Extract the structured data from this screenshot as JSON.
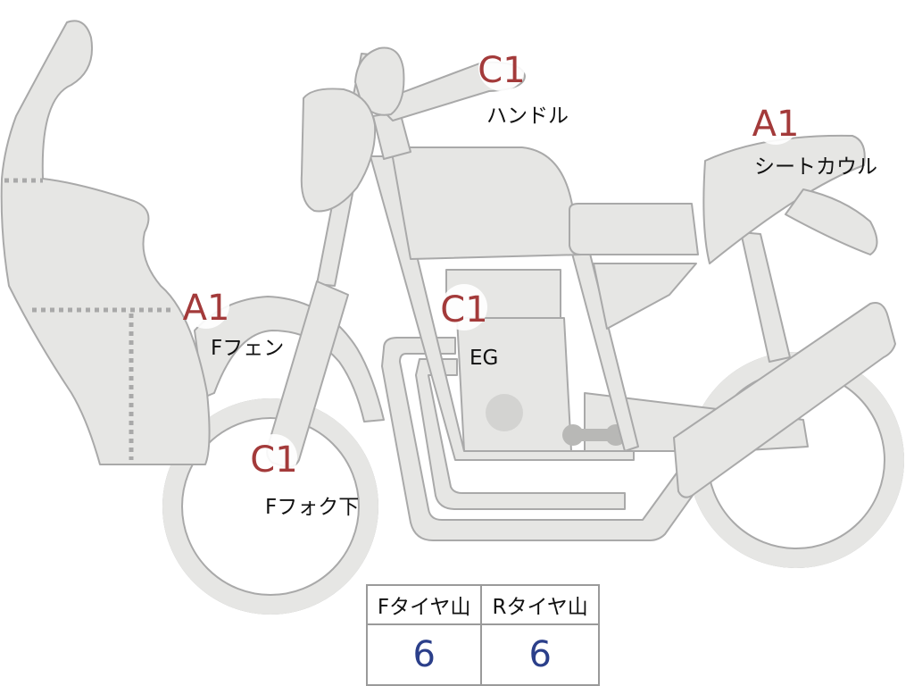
{
  "annotations": [
    {
      "id": "handle",
      "grade": "C1",
      "label": "ハンドル"
    },
    {
      "id": "seat-cowl",
      "grade": "A1",
      "label": "シートカウル"
    },
    {
      "id": "f-fender",
      "grade": "A1",
      "label": "Fフェン"
    },
    {
      "id": "engine",
      "grade": "C1",
      "label": "EG"
    },
    {
      "id": "f-fork-lower",
      "grade": "C1",
      "label": "Fフォク下"
    }
  ],
  "tire_table": {
    "headers": [
      "Fタイヤ山",
      "Rタイヤ山"
    ],
    "values": [
      "6",
      "6"
    ]
  },
  "colors": {
    "body_fill": "#e6e6e4",
    "outline": "#a9a9a9",
    "grade_text": "#a33a3a",
    "tire_value": "#2b3f8a"
  }
}
